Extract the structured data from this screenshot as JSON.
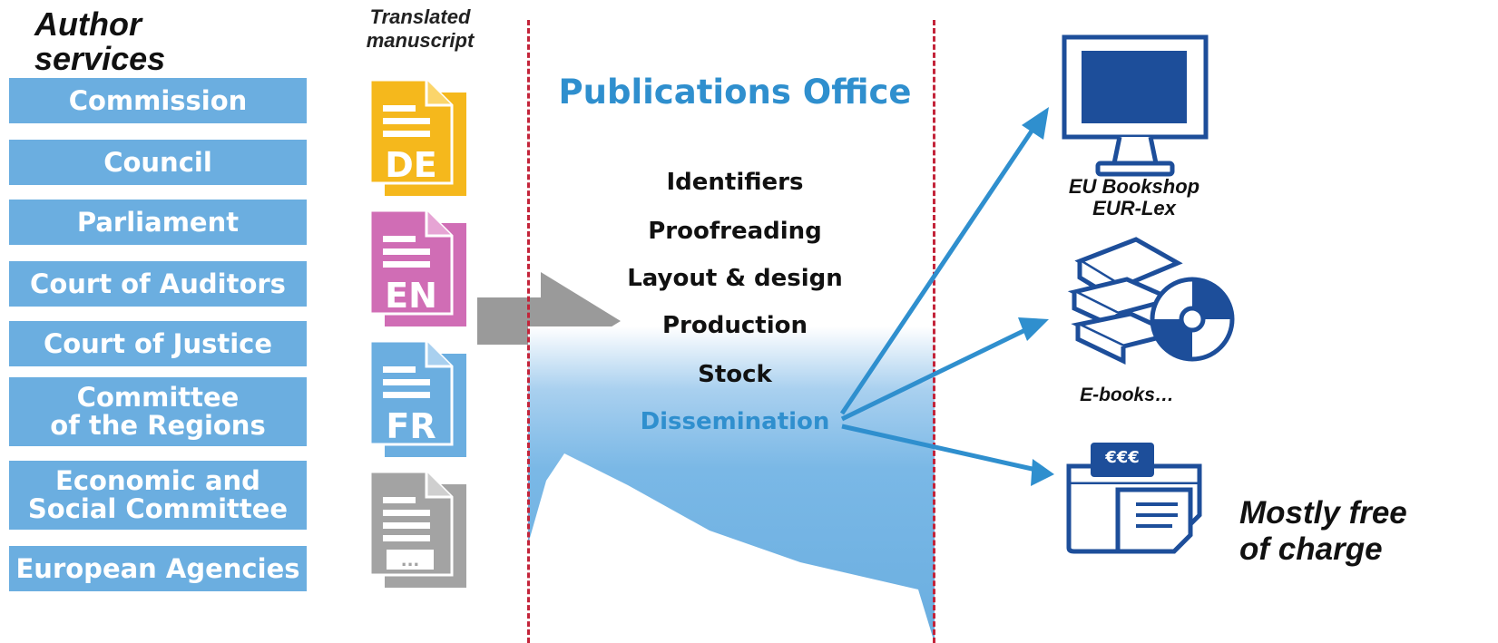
{
  "author": {
    "title": "Author\nservices"
  },
  "services": [
    {
      "label": "Commission"
    },
    {
      "label": "Council"
    },
    {
      "label": "Parliament"
    },
    {
      "label": "Court of Auditors"
    },
    {
      "label": "Court of Justice"
    },
    {
      "label": "Committee\nof the Regions"
    },
    {
      "label": "Economic and\nSocial Committee"
    },
    {
      "label": "European Agencies"
    }
  ],
  "manuscript": {
    "label": "Translated\nmanuscript",
    "documents": [
      {
        "label": "DE",
        "color": "#f5b81c"
      },
      {
        "label": "EN",
        "color": "#d06db5"
      },
      {
        "label": "FR",
        "color": "#6baee0"
      },
      {
        "label": "...",
        "color": "#a3a3a3"
      }
    ]
  },
  "office": {
    "title": "Publications Office",
    "steps": [
      "Identifiers",
      "Proofreading",
      "Layout & design",
      "Production",
      "Stock",
      "Dissemination"
    ]
  },
  "outputs": {
    "bookshop": "EU Bookshop\nEUR-Lex",
    "ebooks": "E-books…",
    "price_tag": "€€€",
    "free": "Mostly free\nof charge"
  },
  "colors": {
    "service": "#6baee0",
    "accent": "#2f8fce",
    "divider": "#c3243a",
    "icon": "#1d4e9a",
    "arrow": "#9a9a9a"
  }
}
